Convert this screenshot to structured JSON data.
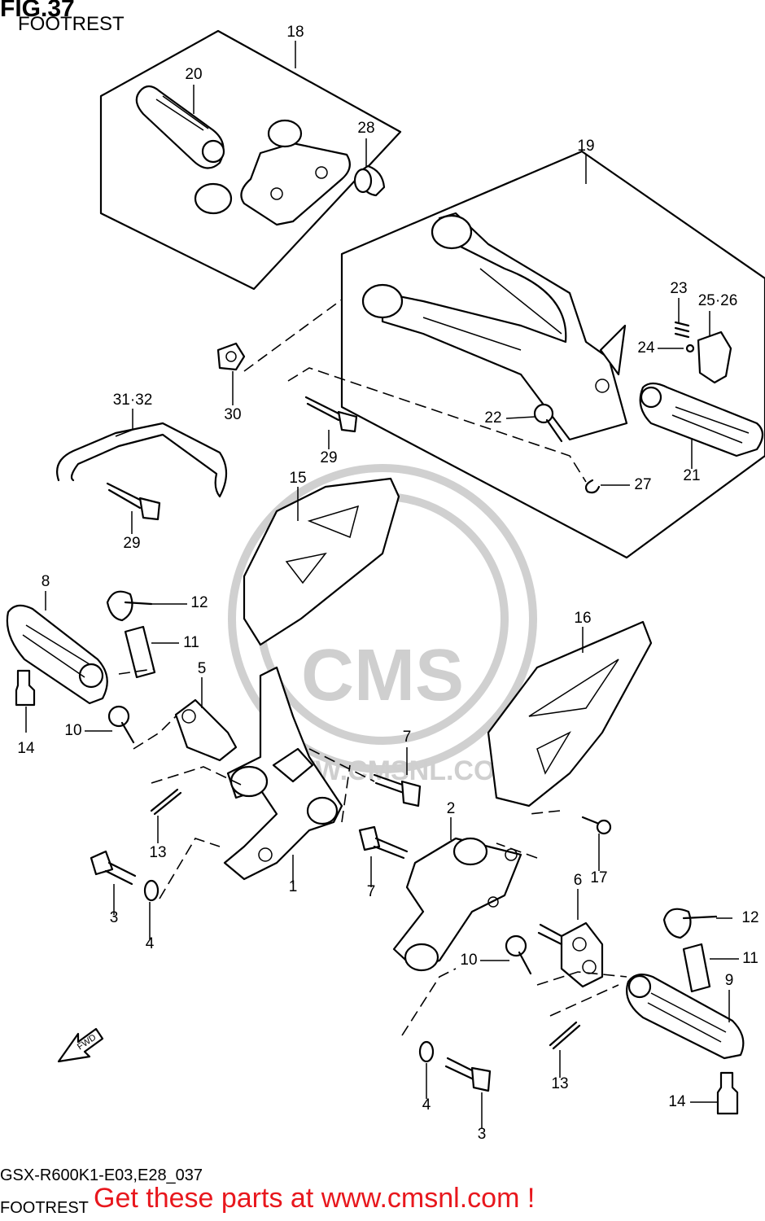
{
  "figure": {
    "title": "FIG.37",
    "subtitle": "FOOTREST",
    "code_line": "GSX-R600K1-E03,E28_037",
    "footer_label": "FOOTREST"
  },
  "banner": "Get these parts at www.cmsnl.com !",
  "watermark": {
    "brand": "CMS",
    "url": "WWW.CMSNL.COM"
  },
  "fwd_label": "FWD",
  "labels": {
    "l1": "1",
    "l2": "2",
    "l3a": "3",
    "l3b": "3",
    "l4a": "4",
    "l4b": "4",
    "l5": "5",
    "l6": "6",
    "l7a": "7",
    "l7b": "7",
    "l8": "8",
    "l9": "9",
    "l10a": "10",
    "l10b": "10",
    "l11a": "11",
    "l11b": "11",
    "l12a": "12",
    "l12b": "12",
    "l13a": "13",
    "l13b": "13",
    "l14a": "14",
    "l14b": "14",
    "l15": "15",
    "l16": "16",
    "l17": "17",
    "l18": "18",
    "l19": "19",
    "l20": "20",
    "l21": "21",
    "l22": "22",
    "l23": "23",
    "l24": "24",
    "l2526": "25·26",
    "l27": "27",
    "l28": "28",
    "l29a": "29",
    "l29b": "29",
    "l30": "30",
    "l3132": "31·32"
  },
  "colors": {
    "banner": "#e8171d",
    "watermark": "#cfcfcf",
    "lines": "#000000"
  }
}
